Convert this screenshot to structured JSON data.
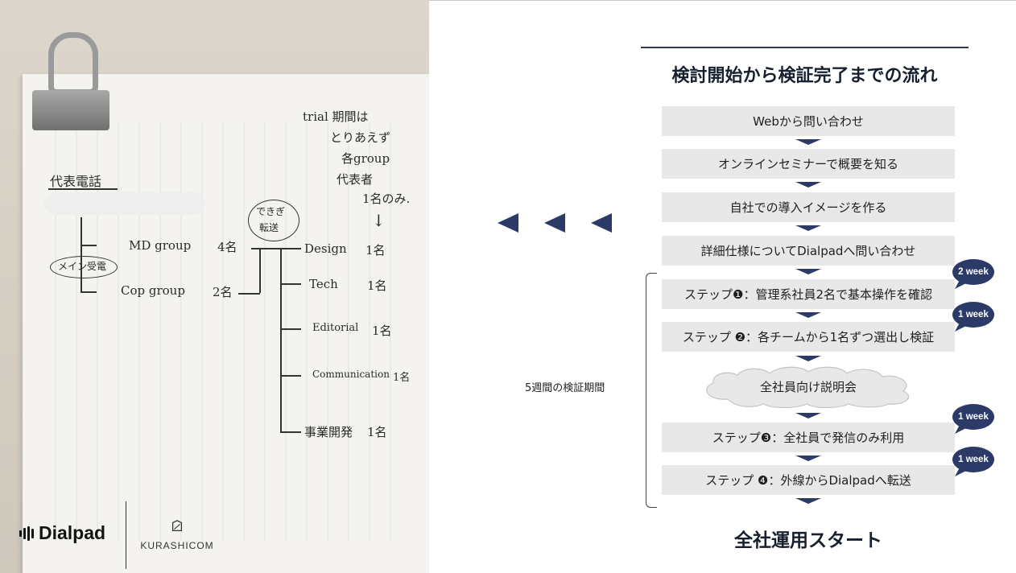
{
  "photo": {
    "handwriting": {
      "note": [
        "trial 期間は",
        "とりあえず",
        "各group",
        "代表者",
        "1名のみ."
      ],
      "heading": "代表電話",
      "main_line": "メイン受電",
      "md_group": "MD group",
      "md_count": "4名",
      "cop_group": "Cop group",
      "cop_count": "2名",
      "bubble": [
        "できぎ",
        "転送"
      ],
      "teams": [
        {
          "name": "Design",
          "count": "1名"
        },
        {
          "name": "Tech",
          "count": "1名"
        },
        {
          "name": "Editorial",
          "count": "1名"
        },
        {
          "name": "Communication",
          "count": "1名"
        },
        {
          "name": "事業開発",
          "count": "1名"
        }
      ]
    },
    "logos": {
      "dialpad": "Dialpad",
      "kurashicom": "KURASHICOM"
    }
  },
  "flow": {
    "title": "検討開始から検証完了までの流れ",
    "steps": [
      "Webから問い合わせ",
      "オンラインセミナーで概要を知る",
      "自社での導入イメージを作る",
      "詳細仕様についてDialpadへ問い合わせ",
      "ステップ❶：管理系社員2名で基本操作を確認",
      "ステップ ❷：各チームから1名ずつ選出し検証",
      "全社員向け説明会",
      "ステップ❸：全社員で発信のみ利用",
      "ステップ ❹：外線からDialpadへ転送"
    ],
    "badges": [
      "2 week",
      "1 week",
      "1 week",
      "1 week"
    ],
    "period_label": "5週間の検証期間",
    "final": "全社運用スタート"
  },
  "colors": {
    "navy": "#2b3a67",
    "step_bg": "#e8e8e8",
    "title": "#17202e"
  }
}
